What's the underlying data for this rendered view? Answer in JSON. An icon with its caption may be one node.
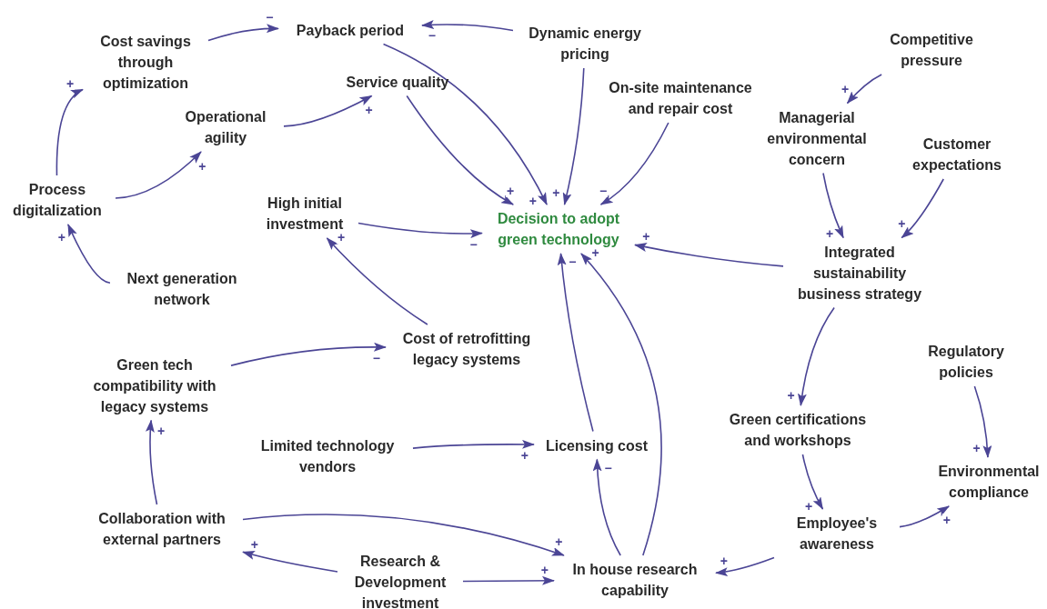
{
  "diagram": {
    "nodes": [
      {
        "text": [
          "Payback period"
        ]
      },
      {
        "text": [
          "Dynamic energy pricing"
        ]
      },
      {
        "text": [
          "Competitive pressure"
        ]
      },
      {
        "text": [
          "Cost savings through optimization"
        ]
      },
      {
        "text": [
          "Service quality"
        ]
      },
      {
        "text": [
          "On-site maintenance and repair cost"
        ]
      },
      {
        "text": [
          "Operational agility"
        ]
      },
      {
        "text": [
          "Managerial environmental concern"
        ]
      },
      {
        "text": [
          "Customer expectations"
        ]
      },
      {
        "text": [
          "Process digitalization"
        ]
      },
      {
        "text": [
          "High initial investment"
        ]
      },
      {
        "text": [
          "Decision to adopt green technology"
        ]
      },
      {
        "text": [
          "Integrated sustainability business strategy"
        ]
      },
      {
        "text": [
          "Next generation network"
        ]
      },
      {
        "text": [
          "Cost of retrofitting legacy systems"
        ]
      },
      {
        "text": [
          "Regulatory policies"
        ]
      },
      {
        "text": [
          "Green tech compatibility with legacy systems"
        ]
      },
      {
        "text": [
          "Green certifications and workshops"
        ]
      },
      {
        "text": [
          "Licensing cost"
        ]
      },
      {
        "text": [
          "Limited technology vendors"
        ]
      },
      {
        "text": [
          "Environmental compliance"
        ]
      },
      {
        "text": [
          "Collaboration with external partners"
        ]
      },
      {
        "text": [
          "Employee's awareness"
        ]
      },
      {
        "text": [
          "Research & Development investment"
        ]
      },
      {
        "text": [
          "In house research capability"
        ]
      }
    ],
    "edges": [
      {
        "from": 3,
        "to": 0,
        "arrow": "to",
        "label": "−"
      },
      {
        "from": 1,
        "to": 0,
        "arrow": "to",
        "label": "−"
      },
      {
        "from": 9,
        "to": 3,
        "arrow": "to",
        "label": "+"
      },
      {
        "from": 9,
        "to": 6,
        "arrow": "to",
        "label": "+"
      },
      {
        "from": 6,
        "to": 4,
        "arrow": "to",
        "label": "+"
      },
      {
        "from": 13,
        "to": 9,
        "arrow": "to",
        "label": "+"
      },
      {
        "from": 0,
        "to": 11,
        "arrow": "to",
        "label": "+"
      },
      {
        "from": 4,
        "to": 11,
        "arrow": "to",
        "label": "+"
      },
      {
        "from": 1,
        "to": 11,
        "arrow": "to",
        "label": "+"
      },
      {
        "from": 5,
        "to": 11,
        "arrow": "to",
        "label": "−"
      },
      {
        "from": 10,
        "to": 11,
        "arrow": "to",
        "label": "−"
      },
      {
        "from": 14,
        "to": 10,
        "arrow": "to",
        "label": "+"
      },
      {
        "from": 12,
        "to": 11,
        "arrow": "to",
        "label": "+"
      },
      {
        "from": 2,
        "to": 7,
        "arrow": "to",
        "label": "+"
      },
      {
        "from": 7,
        "to": 12,
        "arrow": "to",
        "label": "+"
      },
      {
        "from": 8,
        "to": 12,
        "arrow": "to",
        "label": "+"
      },
      {
        "from": 18,
        "to": 11,
        "arrow": "to",
        "label": "−"
      },
      {
        "from": 24,
        "to": 11,
        "arrow": "to",
        "label": "+"
      },
      {
        "from": 16,
        "to": 14,
        "arrow": "to",
        "label": "−"
      },
      {
        "from": 21,
        "to": 16,
        "arrow": "to",
        "label": "+"
      },
      {
        "from": 19,
        "to": 18,
        "arrow": "to",
        "label": "+"
      },
      {
        "from": 24,
        "to": 18,
        "arrow": "to",
        "label": "−"
      },
      {
        "from": 12,
        "to": 17,
        "arrow": "to",
        "label": "+"
      },
      {
        "from": 17,
        "to": 22,
        "arrow": "to",
        "label": "+"
      },
      {
        "from": 15,
        "to": 20,
        "arrow": "to",
        "label": "+"
      },
      {
        "from": 22,
        "to": 20,
        "arrow": "to",
        "label": "+"
      },
      {
        "from": 22,
        "to": 24,
        "arrow": "to",
        "label": "+"
      },
      {
        "from": 21,
        "to": 24,
        "arrow": "to",
        "label": "+"
      },
      {
        "from": 23,
        "to": 24,
        "arrow": "to",
        "label": "+"
      },
      {
        "from": 23,
        "to": 21,
        "arrow": "to",
        "label": "+"
      }
    ]
  }
}
